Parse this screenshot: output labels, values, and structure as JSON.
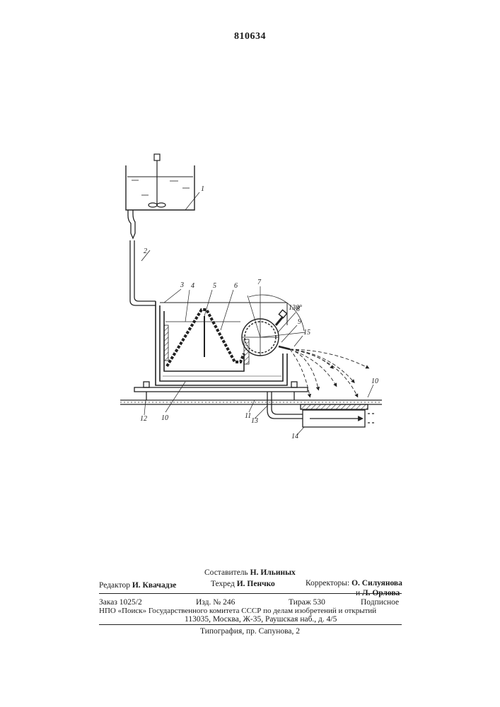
{
  "header": {
    "patent_number": "810634"
  },
  "figure": {
    "labels": {
      "l1": "1",
      "l2": "2",
      "l3": "3",
      "l4": "4",
      "l5": "5",
      "l6": "6",
      "l7": "7",
      "l8": "8",
      "l9": "9",
      "l10a": "10",
      "l10b": "10",
      "l11": "11",
      "l12": "12",
      "l13": "13",
      "l14": "14",
      "l15": "15",
      "angle": "130°"
    }
  },
  "footer": {
    "compiler_label": "Составитель",
    "compiler_name": "Н. Ильиных",
    "editor_label": "Редактор",
    "editor_name": "И. Квачадзе",
    "techred_label": "Техред",
    "techred_name": "И. Пенчко",
    "correctors_label": "Корректоры:",
    "corrector_1": "О. Силуянова",
    "corrector_2_prefix": "и",
    "corrector_2": "Л. Орлова",
    "order": "Заказ 1025/2",
    "edition": "Изд. № 246",
    "circulation": "Тираж 530",
    "subscription": "Подписное",
    "org_line": "НПО «Поиск» Государственного комитета СССР по делам изобретений и открытий",
    "address_line": "113035, Москва, Ж-35, Раушская наб., д. 4/5",
    "printing_line": "Типография, пр. Сапунова, 2"
  }
}
